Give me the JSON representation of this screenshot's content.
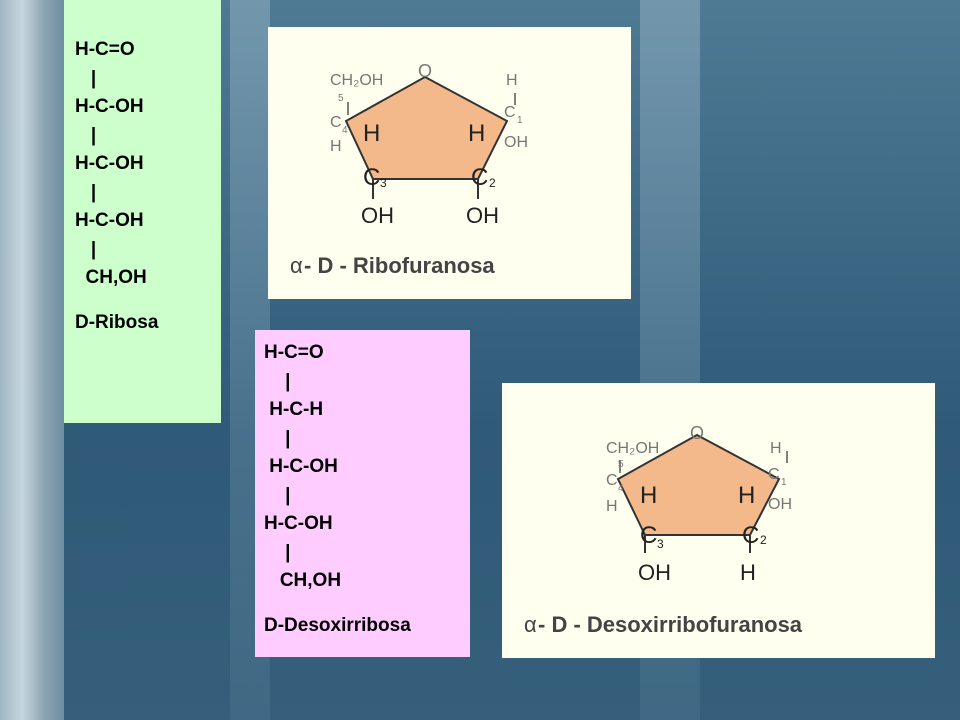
{
  "ribose_chain": {
    "rows": [
      "H-C=O",
      "   |",
      "H-C-OH",
      "   |",
      "H-C-OH",
      "   |",
      "H-C-OH",
      "   |",
      "  CH,OH"
    ],
    "name": "D-Ribosa"
  },
  "deoxy_chain": {
    "rows": [
      "H-C=O",
      "    |",
      " H-C-H",
      "    |",
      " H-C-OH",
      "    |",
      "H-C-OH",
      "    |",
      "   CH,OH"
    ],
    "name": "D-Desoxirribosa"
  },
  "ribofuranose": {
    "ring_o": "O",
    "ch2oh": "CH₂OH",
    "c5": "5",
    "c4_label": "C",
    "c4_num": "4",
    "c4_h": "H",
    "c1_h": "H",
    "c1_label": "C",
    "c1_num": "1",
    "c1_oh": "OH",
    "c3_h": "H",
    "c2_h": "H",
    "c3_label": "C",
    "c3_num": "3",
    "c2_label": "C",
    "c2_num": "2",
    "c3_sub": "OH",
    "c2_sub": "OH",
    "caption_alpha": "α",
    "caption": " - D - Ribofuranosa"
  },
  "deoxyribofuranose": {
    "ring_o": "O",
    "ch2oh": "CH₂OH",
    "c5": "5",
    "c4_label": "C",
    "c4_num": "4",
    "c4_h": "H",
    "c1_h": "H",
    "c1_label": "C",
    "c1_num": "1",
    "c1_oh": "OH",
    "c3_h": "H",
    "c2_h": "H",
    "c3_label": "C",
    "c3_num": "3",
    "c2_label": "C",
    "c2_num": "2",
    "c3_sub": "OH",
    "c2_sub": "H",
    "caption_alpha": "α",
    "caption": " - D - Desoxirribofuranosa"
  },
  "colors": {
    "ribose_panel": "#ccffcc",
    "deoxy_panel": "#ffccff",
    "ring_fill": "#f4b98a",
    "structure_bg": "#fffff0"
  }
}
